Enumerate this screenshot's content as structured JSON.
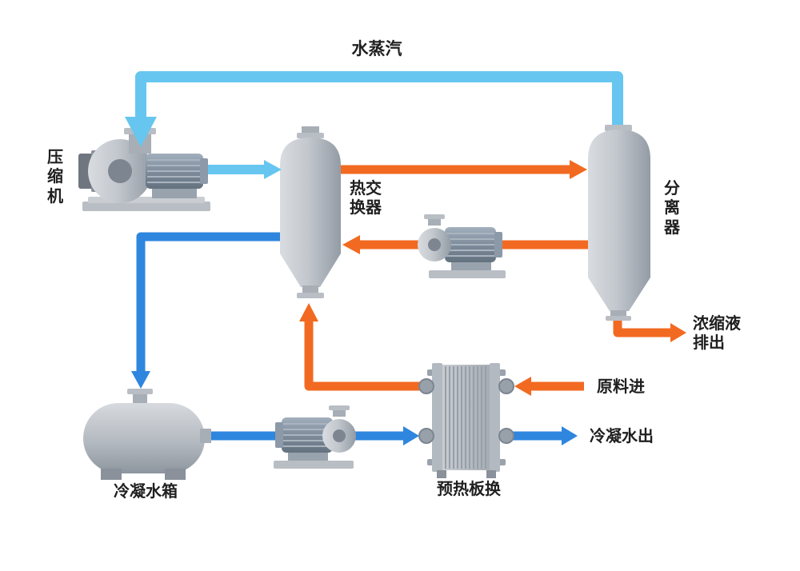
{
  "colors": {
    "steam": "#66C6F0",
    "condensate": "#2E86DE",
    "process": "#F26A21",
    "text": "#1F1F1F",
    "background": "#FFFFFF"
  },
  "labels": {
    "steam": "水蒸汽",
    "compressor": "压\n缩\n机",
    "heat_exchanger": "热交\n换器",
    "separator": "分\n离\n器",
    "concentrate_out": "浓缩液\n排出",
    "raw_in": "原料进",
    "condensate_out": "冷凝水出",
    "condensate_tank": "冷凝水箱",
    "preheater": "预热板换"
  },
  "equipment": [
    {
      "id": "compressor",
      "label": "压缩机"
    },
    {
      "id": "heat-exchanger",
      "label": "热交换器"
    },
    {
      "id": "separator",
      "label": "分离器"
    },
    {
      "id": "circulation-pump",
      "label": ""
    },
    {
      "id": "condensate-tank",
      "label": "冷凝水箱"
    },
    {
      "id": "condensate-pump",
      "label": ""
    },
    {
      "id": "plate-preheater",
      "label": "预热板换"
    }
  ],
  "flows": [
    {
      "name": "steam-recycle",
      "from": "separator",
      "to": "compressor",
      "label": "水蒸汽",
      "color_key": "steam"
    },
    {
      "name": "compressed-steam",
      "from": "compressor",
      "to": "heat-exchanger",
      "color_key": "steam"
    },
    {
      "name": "vapor-to-separator",
      "from": "heat-exchanger",
      "to": "separator",
      "color_key": "process"
    },
    {
      "name": "circulation",
      "from": "separator",
      "to": "heat-exchanger",
      "via": "circulation-pump",
      "color_key": "process"
    },
    {
      "name": "condensate-to-tank",
      "from": "heat-exchanger",
      "to": "condensate-tank",
      "color_key": "condensate"
    },
    {
      "name": "condensate-transfer",
      "from": "condensate-tank",
      "to": "plate-preheater",
      "via": "condensate-pump",
      "color_key": "condensate"
    },
    {
      "name": "condensate-out",
      "from": "plate-preheater",
      "label": "冷凝水出",
      "color_key": "condensate"
    },
    {
      "name": "raw-material-in",
      "to": "plate-preheater",
      "label": "原料进",
      "color_key": "process"
    },
    {
      "name": "preheated-feed",
      "from": "plate-preheater",
      "to": "heat-exchanger",
      "color_key": "process"
    },
    {
      "name": "concentrate-out",
      "from": "separator",
      "label": "浓缩液排出",
      "color_key": "process"
    }
  ]
}
